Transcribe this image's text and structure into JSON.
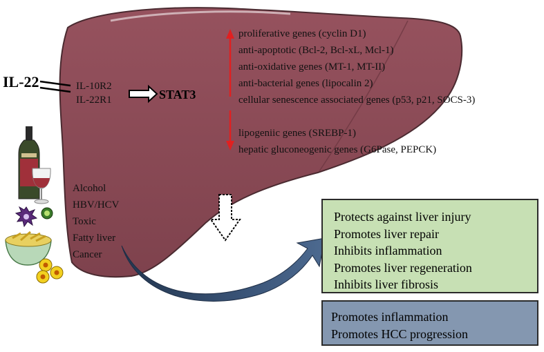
{
  "ligand": "IL-22",
  "receptors": [
    "IL-10R2",
    "IL-22R1"
  ],
  "transcription_factor": "STAT3",
  "upregulated_genes": [
    "proliferative genes (cyclin D1)",
    "anti-apoptotic (Bcl-2, Bcl-xL, Mcl-1)",
    "anti-oxidative genes (MT-1, MT-II)",
    "anti-bacterial genes (lipocalin 2)",
    "cellular senescence associated genes (p53, p21, SOCS-3)"
  ],
  "downregulated_genes": [
    "lipogeniic genes (SREBP-1)",
    "hepatic gluconeogenic genes (G6Pase, PEPCK)"
  ],
  "liver_injury_causes": [
    "Alcohol",
    "HBV/HCV",
    "Toxic",
    "Fatty liver",
    "Cancer"
  ],
  "beneficial_effects": [
    "Protects against liver injury",
    "Promotes liver repair",
    "Inhibits inflammation",
    "Promotes liver regeneration",
    "Inhibits liver fibrosis"
  ],
  "harmful_effects": [
    "Promotes inflammation",
    "Promotes HCC progression"
  ],
  "colors": {
    "liver": "#8a4a55",
    "liver_outline": "#4a2a30",
    "up_arrow": "#e02020",
    "down_arrow": "#e02020",
    "beneficial_box": "#c7e0b4",
    "harmful_box": "#8497b0",
    "curved_arrow": "#2f4666"
  }
}
